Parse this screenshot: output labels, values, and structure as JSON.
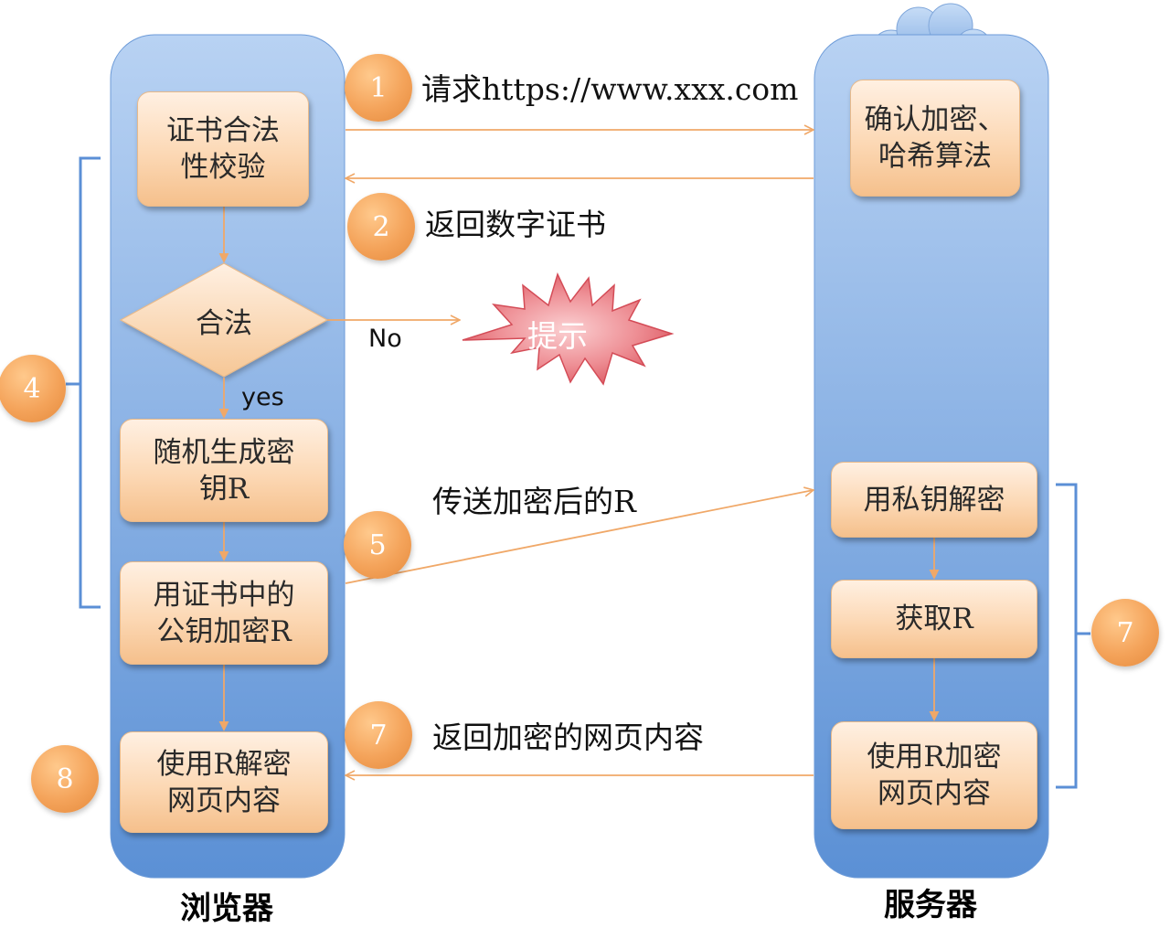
{
  "columns": {
    "browser": "浏览器",
    "server": "服务器"
  },
  "steps": {
    "s1_number": "1",
    "s1_label": "请求https://www.xxx.com",
    "s2_number": "2",
    "s2_label": "返回数字证书",
    "s4_number": "4",
    "s5_number": "5",
    "s5_label": "传送加密后的R",
    "s7_number": "7",
    "s7_label": "返回加密的网页内容",
    "s7_server_number": "7",
    "s8_number": "8"
  },
  "browser_nodes": {
    "cert_check": "证书合法\n性校验",
    "legal": "合法",
    "gen_key": "随机生成密\n钥R",
    "encrypt_key": "用证书中的\n公钥加密R",
    "decrypt_page": "使用R解密\n网页内容"
  },
  "server_nodes": {
    "confirm_algo": "确认加密、\n哈希算法",
    "private_decrypt": "用私钥解密",
    "get_key": "获取R",
    "encrypt_page": "使用R加密\n网页内容"
  },
  "branches": {
    "no": "No",
    "yes": "yes",
    "alert": "提示"
  },
  "colors": {
    "lane_top": "#b6d0f2",
    "lane_bottom": "#5a8fd4",
    "box_fill": "#fcd8b4",
    "arrow": "#f0a868",
    "badge": "#f4a35a",
    "bracket": "#5b8fd6",
    "alert_star": "#e56b72"
  }
}
